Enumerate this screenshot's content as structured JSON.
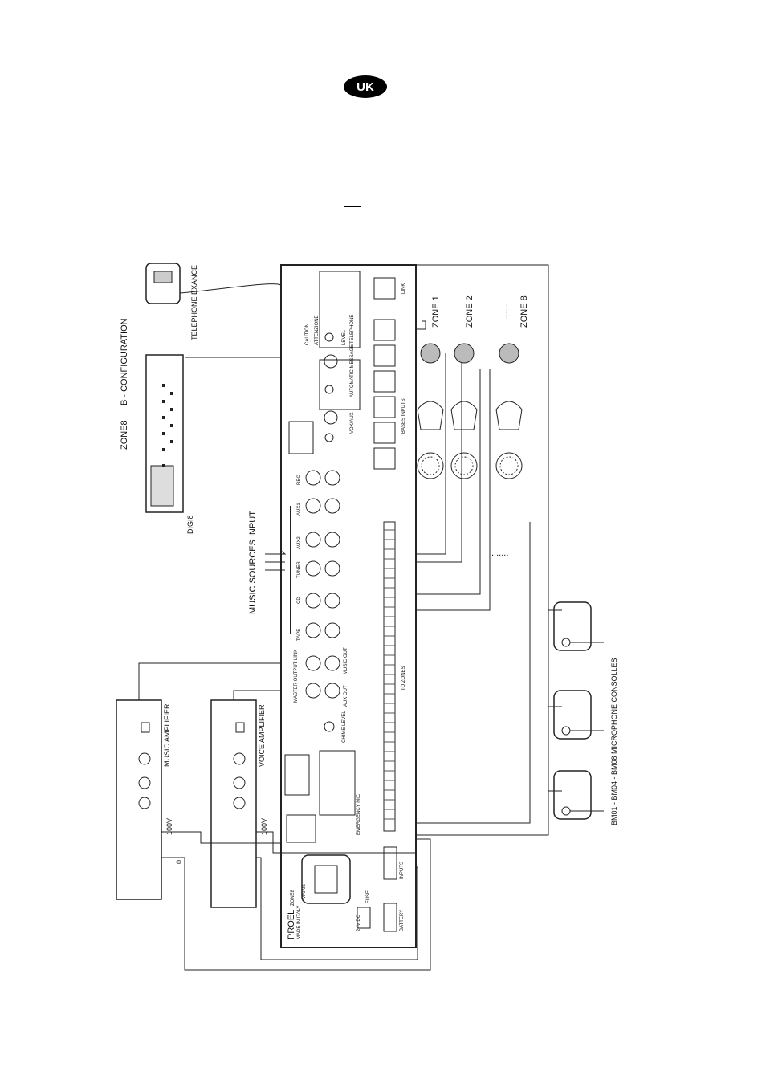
{
  "badge": {
    "label": "UK"
  },
  "diagram": {
    "title_zone": "ZONE8",
    "title_config": "B - CONFIGURATION",
    "telephone": "TELEPHONE EXANCE",
    "digi8": "DIGI8",
    "music_sources": "MUSIC SOURCES INPUT",
    "music_amp": "MUSIC AMPLIFIER",
    "voice_amp": "VOICE AMPLIFIER",
    "v100a": "100V",
    "v100b": "100V",
    "zero": "0",
    "consoles": "BM01 - BM04 - BM08 MICROPHONE CONSOLLES",
    "zones": [
      "ZONE 1",
      "ZONE 2",
      "ZONE 8"
    ],
    "dots": ".......",
    "panel": {
      "brand": "PROEL",
      "model": "ZONE8",
      "made": "MADE IN ITALY",
      "mains": "MAINS",
      "fuse": "FUSE",
      "dc": "24V DC",
      "battery": "BATTERY",
      "inputs": "INPUTS",
      "level": "LEVEL",
      "emergency": "EMERGENCY MIC",
      "chime": "CHIME LEVEL",
      "master_out": "MASTER OUTPUT LINK",
      "music_out": "MUSIC OUT",
      "aux_out": "AUX OUT",
      "to_zones": "TO ZONES",
      "tape": "TAPE",
      "cd": "CD",
      "tuner": "TUNER",
      "aux2": "AUX2",
      "aux1": "AUX1",
      "rec": "REC",
      "bases": "BASES INPUTS",
      "voice": "VOX/AUX",
      "auto_msg": "AUTOMATIC MESSAGE",
      "telephone": "TELEPHONE",
      "link": "LINK",
      "caution": "CAUTION",
      "attenzione": "ATTENZIONE"
    }
  }
}
